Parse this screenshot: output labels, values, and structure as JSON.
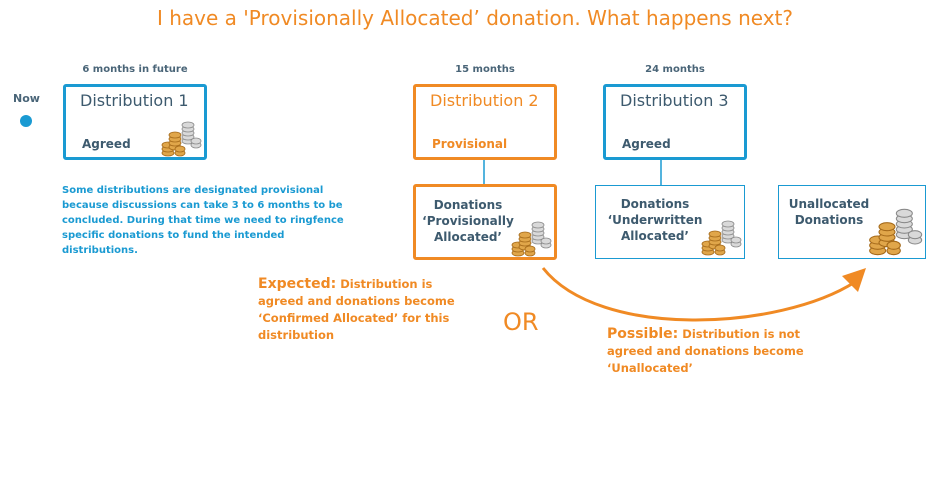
{
  "title": "I have a 'Provisionally Allocated’ donation. What happens next?",
  "timeline": {
    "now_label": "Now"
  },
  "distributions": [
    {
      "time": "6 months in future",
      "title": "Distribution 1",
      "status": "Agreed"
    },
    {
      "time": "15 months",
      "title": "Distribution 2",
      "status": "Provisional"
    },
    {
      "time": "24 months",
      "title": "Distribution 3",
      "status": "Agreed"
    }
  ],
  "donation_boxes": {
    "provisional": [
      "Donations",
      "‘Provisionally",
      "Allocated’"
    ],
    "underwritten": [
      "Donations",
      "‘Underwritten",
      "Allocated’"
    ],
    "unallocated": [
      "Unallocated",
      "Donations"
    ]
  },
  "description": "Some distributions are designated provisional because discussions can take 3 to 6 months to be concluded. During that time we need to ringfence specific donations to fund the intended distributions.",
  "expected": {
    "label": "Expected:",
    "text": " Distribution is agreed and donations become ‘Confirmed Allocated’ for this distribution"
  },
  "or_label": "OR",
  "possible": {
    "label": "Possible:",
    "text": " Distribution is not agreed and donations become ‘Unallocated’"
  },
  "colors": {
    "blue": "#1a9ad2",
    "orange": "#f08a24",
    "slate": "#3d5a6e"
  }
}
